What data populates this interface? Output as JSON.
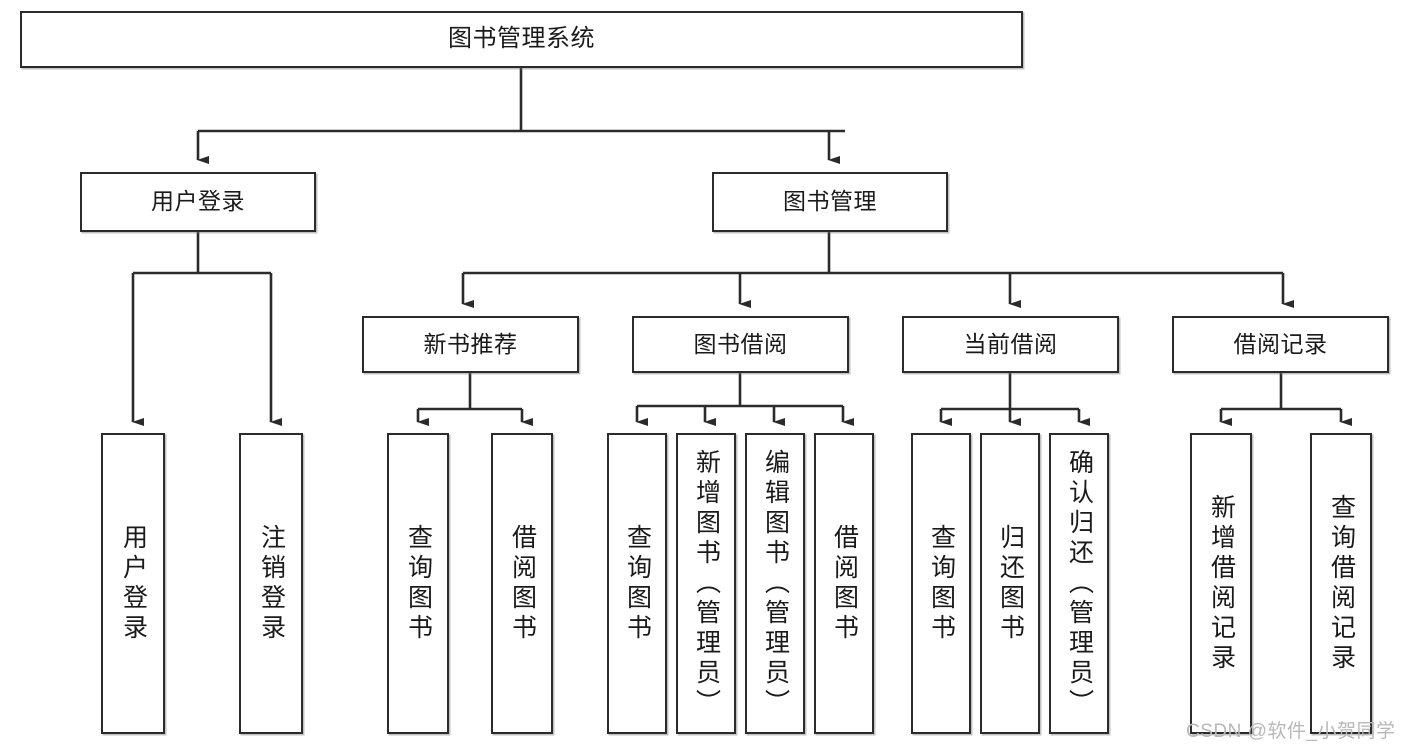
{
  "diagram": {
    "title": "图书管理系统",
    "type": "tree-hierarchy-diagram",
    "root": {
      "label": "图书管理系统"
    },
    "level2": [
      {
        "label": "用户登录"
      },
      {
        "label": "图书管理"
      }
    ],
    "level3": [
      {
        "label": "新书推荐"
      },
      {
        "label": "图书借阅"
      },
      {
        "label": "当前借阅"
      },
      {
        "label": "借阅记录"
      }
    ],
    "leaves": {
      "user_login": [
        {
          "label": "用户登录"
        },
        {
          "label": "注销登录"
        }
      ],
      "new_book_recommend": [
        {
          "label": "查询图书"
        },
        {
          "label": "借阅图书"
        }
      ],
      "book_borrow": [
        {
          "label": "查询图书"
        },
        {
          "label": "新增图书（管理员）"
        },
        {
          "label": "编辑图书（管理员）"
        },
        {
          "label": "借阅图书"
        }
      ],
      "current_borrow": [
        {
          "label": "查询图书"
        },
        {
          "label": "归还图书"
        },
        {
          "label": "确认归还（管理员）"
        }
      ],
      "borrow_record": [
        {
          "label": "新增借阅记录"
        },
        {
          "label": "查询借阅记录"
        }
      ]
    }
  },
  "watermark": {
    "text": "CSDN @软件_小贺同学"
  },
  "colors": {
    "stroke": "#2b2b2b",
    "fill": "#ffffff",
    "text": "#1a1a1a",
    "watermark": "#b8b8b8"
  }
}
